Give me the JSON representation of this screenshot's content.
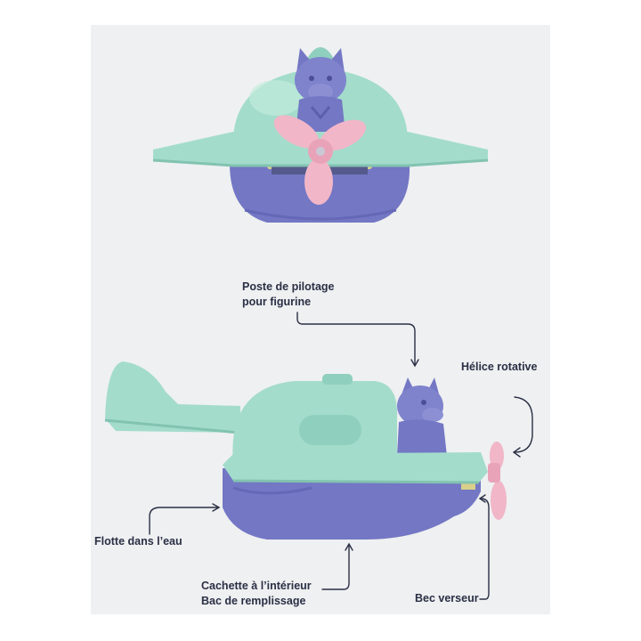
{
  "colors": {
    "mint": "#a3dccb",
    "mint_light": "#c2ebdc",
    "mint_dark": "#82c3b0",
    "purple": "#7377c4",
    "purple_dark": "#5c5fae",
    "pink": "#f1b6c8",
    "background": "#eef0f1",
    "arrow": "#2a2f45"
  },
  "labels": {
    "cockpit_line1": "Poste de pilotage",
    "cockpit_line2": "pour figurine",
    "propeller": "Hélice rotative",
    "floats": "Flotte dans l’eau",
    "hideout_line1": "Cachette à l’intérieur",
    "hideout_line2": "Bac de remplissage",
    "spout": "Bec verseur"
  }
}
